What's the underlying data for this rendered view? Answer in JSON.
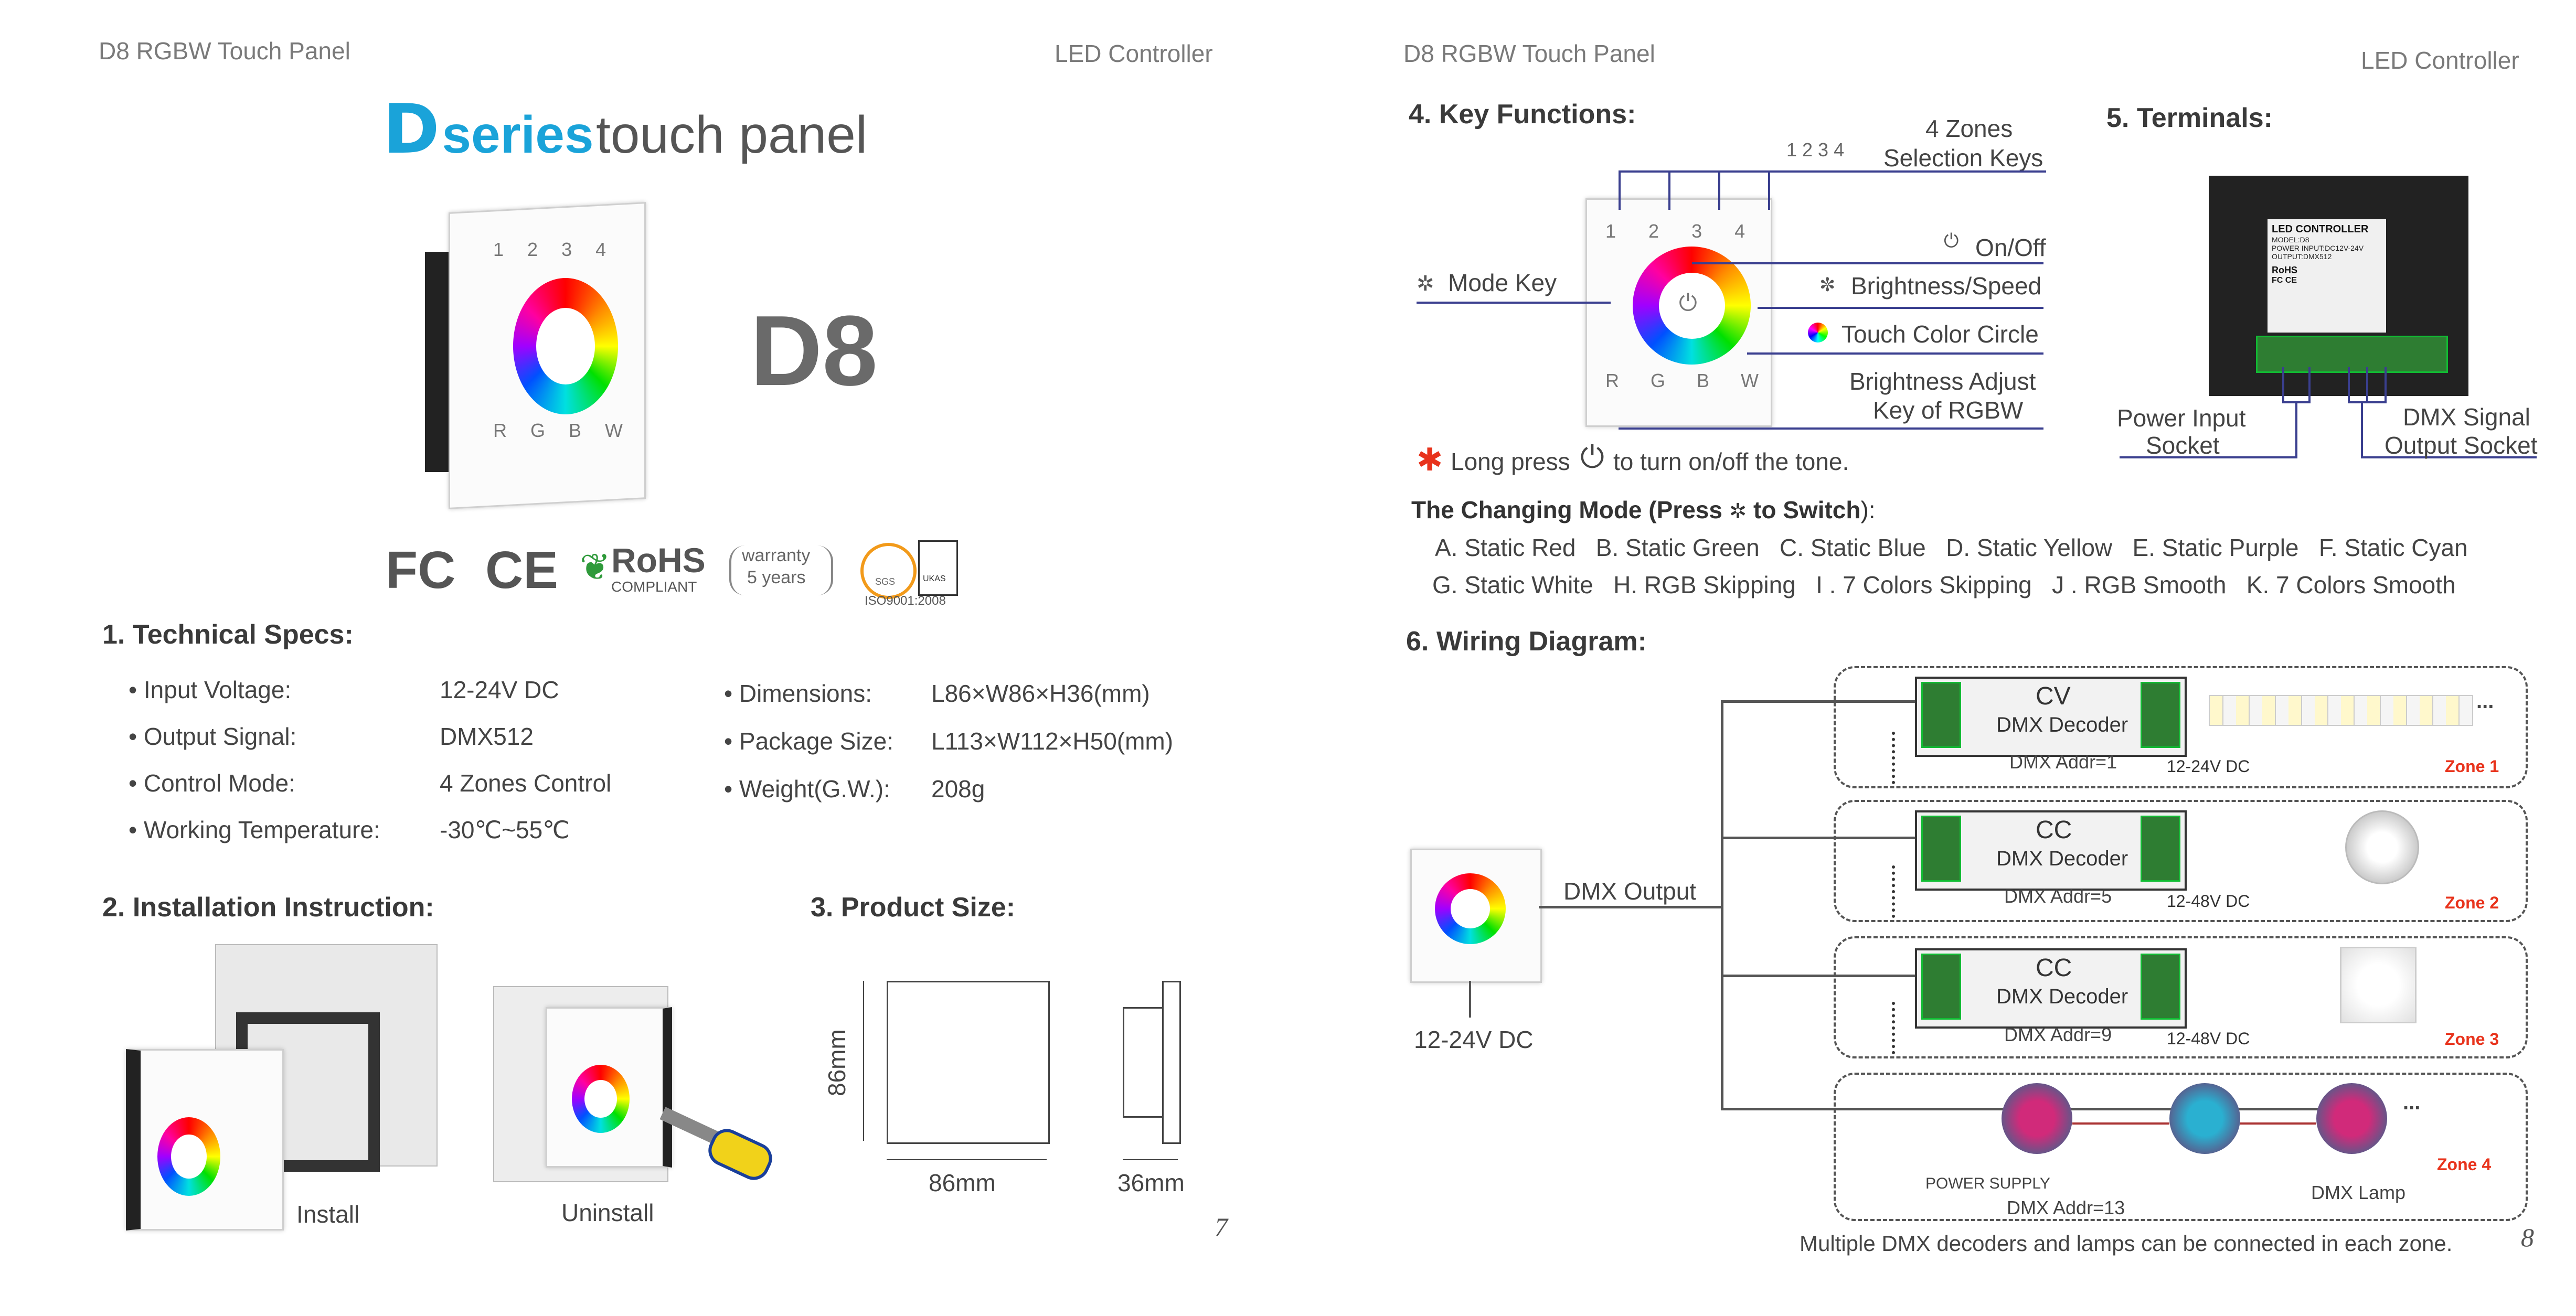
{
  "left_page": {
    "header_left": "D8 RGBW Touch Panel",
    "header_right": "LED Controller",
    "title_mark": "D",
    "title_series": "series",
    "title_rest": "touch panel",
    "model_logo": "D8",
    "panel_keys": [
      "1",
      "2",
      "3",
      "4"
    ],
    "panel_bottom_keys": [
      "R",
      "G",
      "B",
      "W"
    ],
    "certs": {
      "fc": "FC",
      "ce": "CE",
      "rohs": "RoHS",
      "rohs_sub": "COMPLIANT",
      "warranty_1": "warranty",
      "warranty_2": "5 years",
      "iso": "ISO9001:2008",
      "sgs": "SGS",
      "ukas": "UKAS"
    },
    "specs_title": "1. Technical Specs:",
    "specs_left": [
      {
        "label": "Input Voltage:",
        "value": "12-24V DC"
      },
      {
        "label": "Output Signal:",
        "value": "DMX512"
      },
      {
        "label": "Control Mode:",
        "value": "4 Zones Control"
      },
      {
        "label": "Working Temperature:",
        "value": "-30℃~55℃"
      }
    ],
    "specs_right": [
      {
        "label": "Dimensions:",
        "value": "L86×W86×H36(mm)"
      },
      {
        "label": "Package Size:",
        "value": "L113×W112×H50(mm)"
      },
      {
        "label": "Weight(G.W.):",
        "value": "208g"
      }
    ],
    "install_title": "2. Installation Instruction:",
    "install_label": "Install",
    "uninstall_label": "Uninstall",
    "size_title": "3. Product Size:",
    "size_h": "86mm",
    "size_w": "86mm",
    "size_d": "36mm",
    "page_no": "7"
  },
  "right_page": {
    "header_left": "D8 RGBW Touch Panel",
    "header_right": "LED Controller",
    "key_title": "4. Key Functions:",
    "zone_keys_icon": "1 2 3 4",
    "zone_keys_1": "4 Zones",
    "zone_keys_2": "Selection Keys",
    "onoff": "On/Off",
    "mode_key": "Mode Key",
    "brightness_speed": "Brightness/Speed",
    "touch_circle": "Touch Color Circle",
    "bright_adj_1": "Brightness Adjust",
    "bright_adj_2": "Key of RGBW",
    "long_press_pre": "Long press",
    "long_press_post": "to turn on/off the tone.",
    "terminals_title": "5. Terminals:",
    "power_socket_1": "Power Input",
    "power_socket_2": "Socket",
    "dmx_socket_1": "DMX Signal",
    "dmx_socket_2": "Output Socket",
    "label_lines": [
      "LED CONTROLLER",
      "MODEL:D8",
      "POWER INPUT:DC12V-24V",
      "OUTPUT:DMX512",
      "RoHS",
      "FC CE"
    ],
    "changing_mode_bold": "The Changing Mode",
    "changing_mode_press": "(Press",
    "changing_mode_switch": "to Switch",
    "changing_mode_end": "):",
    "modes_row1": "A. Static Red   B. Static Green   C. Static Blue   D. Static Yellow   E. Static Purple   F. Static Cyan",
    "modes_row2": "G. Static White   H. RGB Skipping   I . 7 Colors Skipping   J . RGB Smooth   K. 7 Colors Smooth",
    "wiring_title": "6. Wiring Diagram:",
    "dmx_output": "DMX Output",
    "input_dc": "12-24V DC",
    "zones": [
      {
        "type": "CV",
        "decoder": "DMX Decoder",
        "addr": "DMX Addr=1",
        "power": "12-24V DC",
        "zone": "Zone 1"
      },
      {
        "type": "CC",
        "decoder": "DMX Decoder",
        "addr": "DMX Addr=5",
        "power": "12-48V DC",
        "zone": "Zone 2"
      },
      {
        "type": "CC",
        "decoder": "DMX Decoder",
        "addr": "DMX Addr=9",
        "power": "12-48V DC",
        "zone": "Zone 3"
      }
    ],
    "zone4": {
      "power": "POWER SUPPLY",
      "addr": "DMX Addr=13",
      "lamp": "DMX Lamp",
      "zone": "Zone 4",
      "dots": "..."
    },
    "strip_dots": "...",
    "footer_note": "Multiple DMX decoders and lamps can be connected in each zone.",
    "page_no": "8"
  },
  "colors": {
    "title_blue": "#1aa3d9",
    "zone_red": "#e8331c",
    "line_blue": "#3a3f8f",
    "star_red": "#e8331c"
  }
}
